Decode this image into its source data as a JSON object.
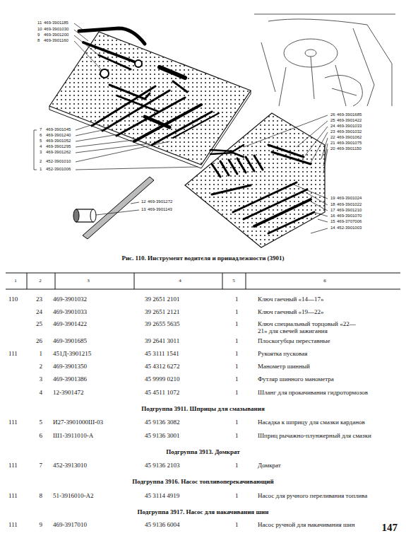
{
  "diagram": {
    "caption": "Рис. 110. Инструмент водителя и принадлежности (3901)",
    "labels": [
      "11",
      "469-3901185",
      "10",
      "469-3901030",
      "9",
      "469-3901200",
      "8",
      "469-3901160",
      "7",
      "469-3901045",
      "6",
      "469-3901240",
      "5",
      "469-3901052",
      "4",
      "469-3901295",
      "3",
      "469-3901262",
      "2",
      "452-3901010",
      "1",
      "452-3901006",
      "12",
      "469-3901272",
      "13",
      "469-3901143",
      "26",
      "469-3901685",
      "25",
      "469-3901422",
      "24",
      "469-3901033",
      "23",
      "469-3901032",
      "22",
      "469-3901062",
      "21",
      "469-3901075",
      "20",
      "469-3901150",
      "19",
      "469-3901024",
      "18",
      "469-3901022",
      "17",
      "469-3901210",
      "16",
      "469-3901070",
      "15",
      "469-3707006",
      "14",
      "452-3901003",
      "1",
      "2",
      "3",
      "4",
      "5",
      "6",
      "110",
      "23",
      "469-3901032",
      "39 2651 2101",
      "1",
      "Ключ гаечный «14—17»",
      "24",
      "469-3901033",
      "39 2651 2121",
      "1",
      "Ключ гаечный «19—22»",
      "25",
      "469-3901422",
      "39 2655 5635",
      "1",
      "Ключ специальный торцовый «22—21» для свечей зажигания",
      "26",
      "469-3901685",
      "39 2641 3011",
      "1",
      "Плоскогубцы переставные",
      "111",
      "1",
      "451Д-3901215",
      "45 3111 1541",
      "1",
      "Рукоятка пусковая",
      "2",
      "469-3901350",
      "45 4312 6272",
      "1",
      "Манометр шинный",
      "3",
      "469-3901386",
      "45 9999 0210",
      "1",
      "Футляр шинного манометра",
      "4",
      "12-3901472",
      "45 4511 1072",
      "1",
      "Шланг для прокачивания гидротормозов",
      "Подгруппа 3911. Шприцы для смазывания",
      "111",
      "5",
      "И27-3901000Ш-03",
      "45 9136 3082",
      "1",
      "Насадка к шприцу для смазки карданов",
      "6",
      "Ш1-3911010-А",
      "45 9136 3001",
      "1",
      "Шприц рычажно-плунжерный для смазки",
      "Подгруппа 3913. Домкрат",
      "111",
      "7",
      "452-3913010",
      "45 9136 2103",
      "1",
      "Домкрат",
      "Подгруппа 3916. Насос топливоперекачивающий",
      "111",
      "8",
      "51-3916010-А2",
      "45 3114 4919",
      "1",
      "Насос для ручного переливания топлива",
      "Подгруппа 3917. Насос для накачивания шин",
      "111",
      "9",
      "469-3917010",
      "45 9136 6004",
      "1",
      "Насос ручной для накачивания шин",
      "147"
    ]
  }
}
